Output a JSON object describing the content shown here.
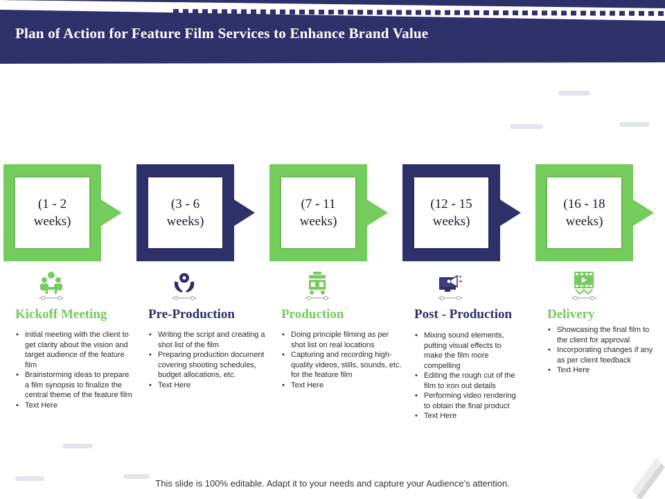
{
  "header": {
    "title": "Plan of Action for Feature Film Services to Enhance Brand Value"
  },
  "colors": {
    "navy": "#2e3069",
    "green": "#74cc5c",
    "text": "#2b2b2b"
  },
  "phases": [
    {
      "weeks_line1": "(1 - 2",
      "weeks_line2": "weeks)",
      "icon": "meeting-icon",
      "title": "Kickoff  Meeting",
      "bullets": [
        "Initial meeting with the client to get clarity about the vision and target audience of the feature film",
        "Brainstorming ideas to prepare a film synopsis to finalize the central theme of the feature film",
        "Text Here"
      ]
    },
    {
      "weeks_line1": "(3 - 6",
      "weeks_line2": "weeks)",
      "icon": "hands-gear-icon",
      "title": "Pre-Production",
      "bullets": [
        "Writing the script and creating a shot list of the film",
        "Preparing production document covering shooting schedules, budget allocations, etc.",
        "Text Here"
      ]
    },
    {
      "weeks_line1": "(7 - 11",
      "weeks_line2": "weeks)",
      "icon": "film-set-icon",
      "title": "Production",
      "bullets": [
        "Doing principle filming as per shot list on real locations",
        "Capturing and recording high-quality videos, stills, sounds, etc. for the feature film",
        "Text Here"
      ]
    },
    {
      "weeks_line1": "(12 - 15",
      "weeks_line2": "weeks)",
      "icon": "monitor-megaphone-icon",
      "title": "Post - Production",
      "bullets": [
        "Mixing sound elements, putting visual effects to make the film more compelling",
        "Editing the rough cut of the film to iron out details",
        "Performing video rendering to obtain the final product",
        "Text Here"
      ]
    },
    {
      "weeks_line1": "(16 - 18",
      "weeks_line2": "weeks)",
      "icon": "film-strip-icon",
      "title": "Delivery",
      "bullets": [
        "Showcasing the final film to the client for approval",
        "Incorporating changes if any as per client feedback",
        "Text Here"
      ]
    }
  ],
  "footer": {
    "text": "This slide is 100% editable. Adapt it to your needs and capture your Audience’s attention."
  }
}
